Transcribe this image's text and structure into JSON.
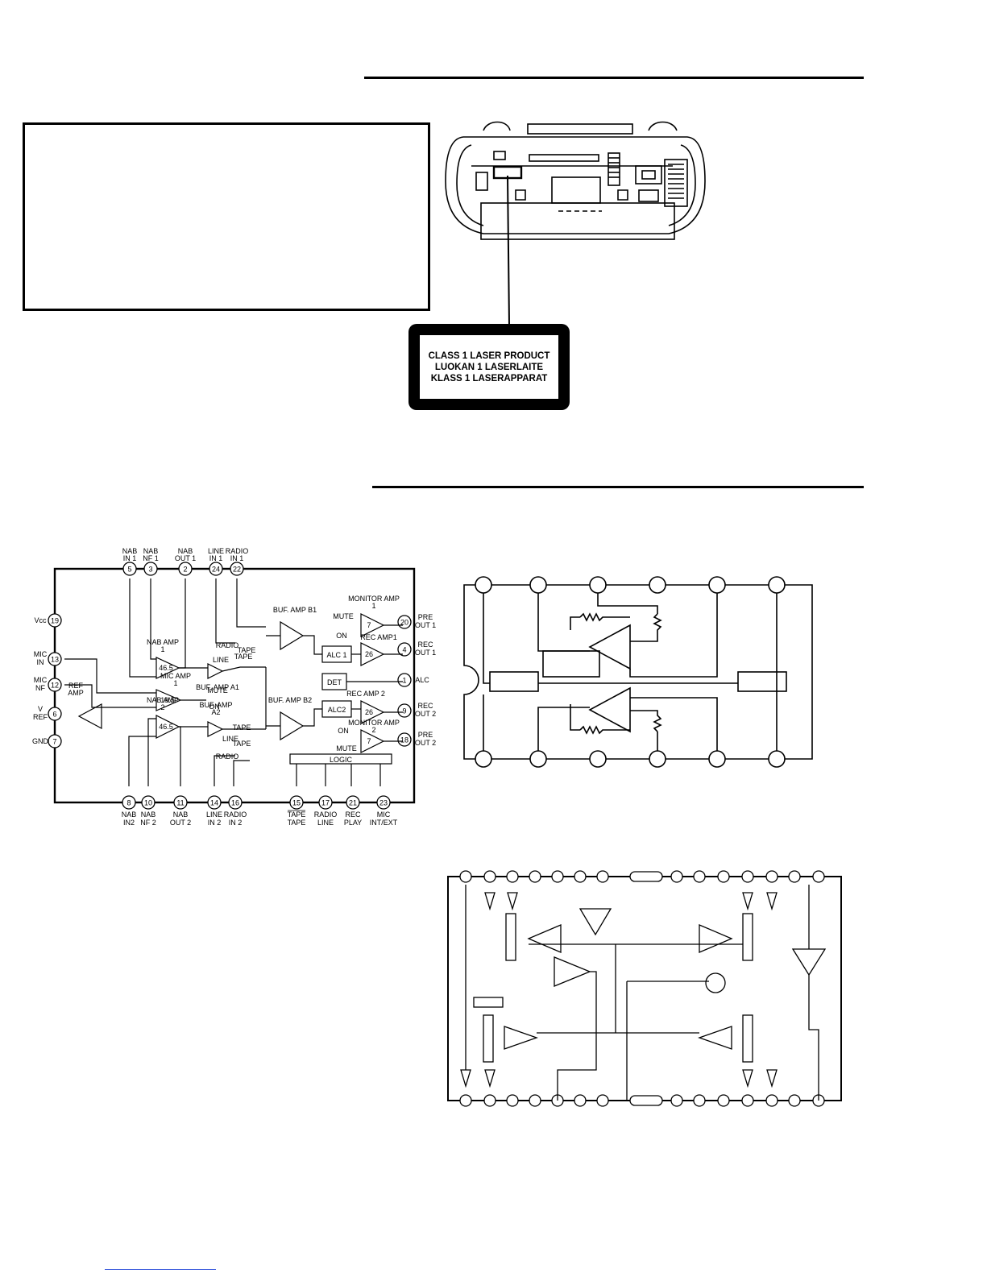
{
  "laser_label": {
    "line1": "CLASS 1 LASER PRODUCT",
    "line2": "LUOKAN 1 LASERLAITE",
    "line3": "KLASS 1 LASERAPPARAT"
  },
  "block_diagram": {
    "pins_top": [
      {
        "num": "5",
        "label1": "NAB",
        "label2": "IN 1"
      },
      {
        "num": "3",
        "label1": "NAB",
        "label2": "NF 1"
      },
      {
        "num": "2",
        "label1": "NAB",
        "label2": "OUT 1"
      },
      {
        "num": "24",
        "label1": "LINE",
        "label2": "IN 1"
      },
      {
        "num": "22",
        "label1": "RADIO",
        "label2": "IN 1"
      }
    ],
    "pins_left": [
      {
        "num": "19",
        "label1": "Vcc",
        "label2": ""
      },
      {
        "num": "13",
        "label1": "MIC",
        "label2": "IN"
      },
      {
        "num": "12",
        "label1": "MIC",
        "label2": "NF"
      },
      {
        "num": "6",
        "label1": "V",
        "label2": "REF"
      },
      {
        "num": "7",
        "label1": "GND",
        "label2": ""
      }
    ],
    "pins_right": [
      {
        "num": "20",
        "label1": "PRE",
        "label2": "OUT 1"
      },
      {
        "num": "4",
        "label1": "REC",
        "label2": "OUT 1"
      },
      {
        "num": "1",
        "label1": "ALC",
        "label2": ""
      },
      {
        "num": "9",
        "label1": "REC",
        "label2": "OUT 2"
      },
      {
        "num": "18",
        "label1": "PRE",
        "label2": "OUT 2"
      }
    ],
    "pins_bottom": [
      {
        "num": "8",
        "label1": "NAB",
        "label2": "IN2"
      },
      {
        "num": "10",
        "label1": "NAB",
        "label2": "NF 2"
      },
      {
        "num": "11",
        "label1": "NAB",
        "label2": "OUT 2"
      },
      {
        "num": "14",
        "label1": "LINE",
        "label2": "IN 2"
      },
      {
        "num": "16",
        "label1": "RADIO",
        "label2": "IN 2"
      },
      {
        "num": "15",
        "label1": "TAPE",
        "label2": "TAPE"
      },
      {
        "num": "17",
        "label1": "RADIO",
        "label2": "LINE"
      },
      {
        "num": "21",
        "label1": "REC",
        "label2": "PLAY"
      },
      {
        "num": "23",
        "label1": "MIC",
        "label2": "INT/EXT"
      }
    ],
    "amps": {
      "nab_amp1": "NAB AMP 1",
      "nab_amp2": "NAB AMP 2",
      "mic_amp1": "MIC AMP 1",
      "ref_amp": "REF AMP",
      "buf_amp_a1": "BUF. AMP A1",
      "buf_amp_a2": "BUF. AMP A2",
      "buf_amp_b1": "BUF. AMP B1",
      "buf_amp_b2": "BUF. AMP B2",
      "monitor_amp1": "MONITOR AMP 1",
      "monitor_amp2": "MONITOR AMP 2",
      "rec_amp1": "REC AMP1",
      "rec_amp2": "REC AMP 2"
    },
    "gains": {
      "nab1": "46.5",
      "nab2": "46.5",
      "mic1": "19.5",
      "mon1": "7",
      "mon2": "7",
      "rec1": "26",
      "rec2": "26"
    },
    "blocks": {
      "alc1": "ALC 1",
      "alc2": "ALC2",
      "det": "DET",
      "logic": "LOGIC"
    },
    "switch_labels": {
      "radio": "RADIO",
      "tape": "TAPE",
      "line": "LINE",
      "mute": "MUTE",
      "on": "ON"
    }
  }
}
